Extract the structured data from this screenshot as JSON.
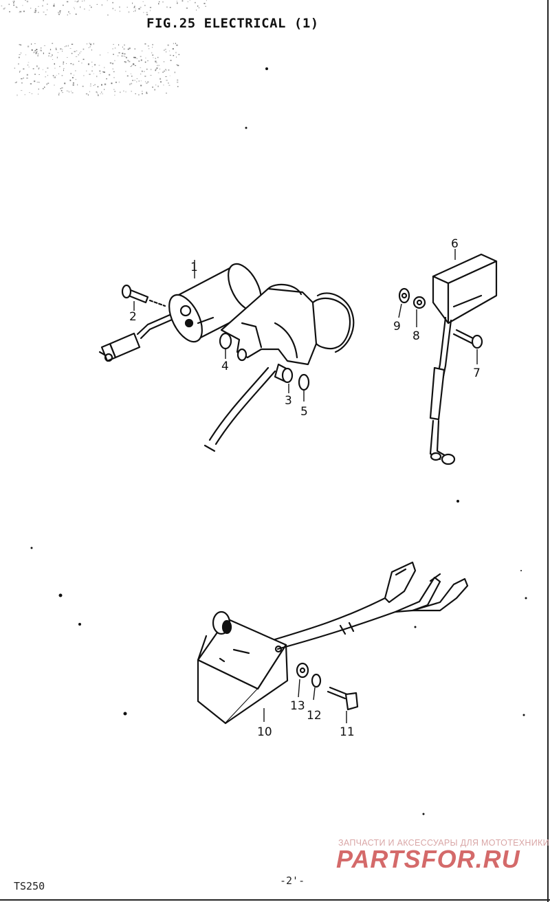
{
  "header": {
    "figure_title": "FIG.25  ELECTRICAL (1)"
  },
  "callouts": [
    "1",
    "2",
    "3",
    "4",
    "5",
    "6",
    "7",
    "8",
    "9",
    "10",
    "11",
    "12",
    "13"
  ],
  "footer": {
    "model": "TS250",
    "page_number": "-2'-"
  },
  "watermark": {
    "tagline": "ЗАПЧАСТИ И АКСЕССУАРЫ ДЛЯ МОТОТЕХНИКИ",
    "brand": "PARTSFOR.RU",
    "brand_color": "#d46a6a"
  }
}
